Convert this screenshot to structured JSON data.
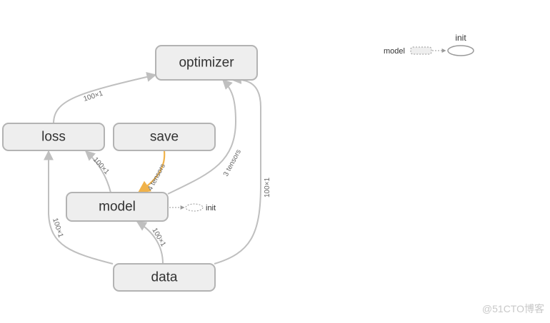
{
  "nodes": {
    "optimizer": "optimizer",
    "loss": "loss",
    "save": "save",
    "model": "model",
    "data": "data",
    "init_small": "init"
  },
  "edge_labels": {
    "loss_to_optimizer": "100×1",
    "model_to_loss": "100×1",
    "save_to_model": "4 tensors",
    "model_to_optimizer": "3 tensors",
    "data_to_optimizer": "100×1",
    "data_to_loss": "100×1",
    "data_to_model": "100×1"
  },
  "legend": {
    "model_label": "model",
    "init_label": "init"
  },
  "colors": {
    "node_fill": "#eeeeee",
    "node_stroke": "#b3b3b3",
    "edge": "#bfbfbf",
    "highlight_edge": "#f0b24a"
  },
  "watermark": "@51CTO博客"
}
